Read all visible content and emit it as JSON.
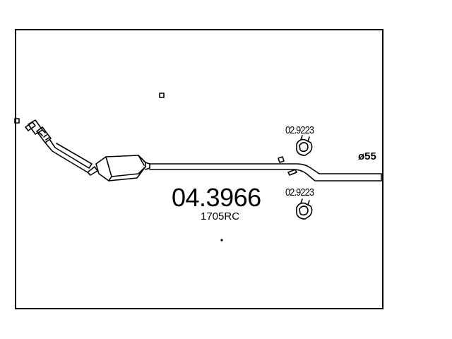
{
  "diagram": {
    "part_number": "04.3966",
    "reference_code": "1705RC",
    "clamps": [
      {
        "label": "02.9223"
      },
      {
        "label": "02.9223"
      }
    ],
    "diameter_label": "ø55",
    "colors": {
      "line": "#000000",
      "background": "#ffffff"
    }
  }
}
